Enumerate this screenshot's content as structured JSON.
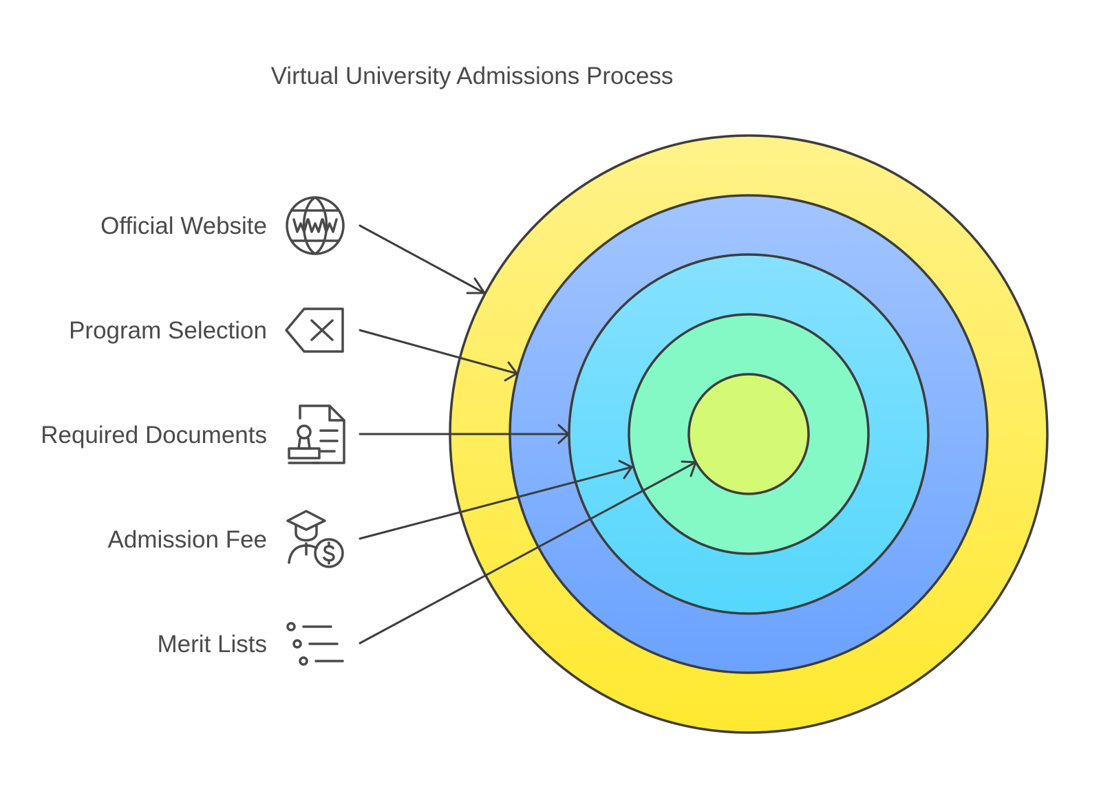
{
  "diagram": {
    "title": "Virtual University Admissions Process",
    "layers": [
      {
        "label": "Official Website",
        "icon": "www-globe-icon",
        "color_top": "#fff28a",
        "color_bottom": "#ffe930"
      },
      {
        "label": "Program Selection",
        "icon": "backspace-icon",
        "color_top": "#a2c5ff",
        "color_bottom": "#6aa2ff"
      },
      {
        "label": "Required Documents",
        "icon": "document-stamp-icon",
        "color_top": "#86e1ff",
        "color_bottom": "#55d7fc"
      },
      {
        "label": "Admission Fee",
        "icon": "graduate-fee-icon",
        "color_top": "#84f9c6",
        "color_bottom": "#84f9c6"
      },
      {
        "label": "Merit Lists",
        "icon": "list-icon",
        "color_top": "#d3f975",
        "color_bottom": "#d3f975"
      }
    ],
    "colors": {
      "stroke": "#3d3d3d",
      "text": "#4a4a4a"
    }
  }
}
